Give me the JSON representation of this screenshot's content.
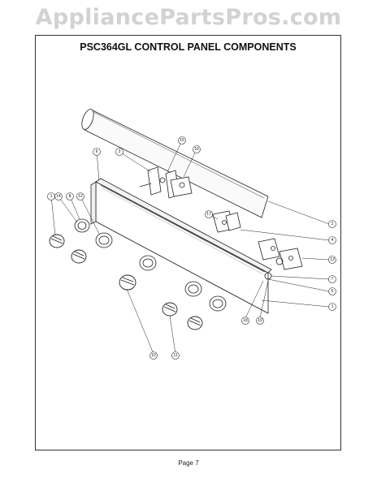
{
  "watermark": "AppliancePartsPros.com",
  "diagram": {
    "title": "PSC364GL CONTROL PANEL COMPONENTS",
    "page_label": "Page 7",
    "callouts": [
      "1",
      "2",
      "3",
      "4",
      "5",
      "6",
      "7",
      "8",
      "9",
      "10",
      "11",
      "12",
      "13",
      "14",
      "15",
      "16",
      "17",
      "18",
      "19"
    ]
  }
}
